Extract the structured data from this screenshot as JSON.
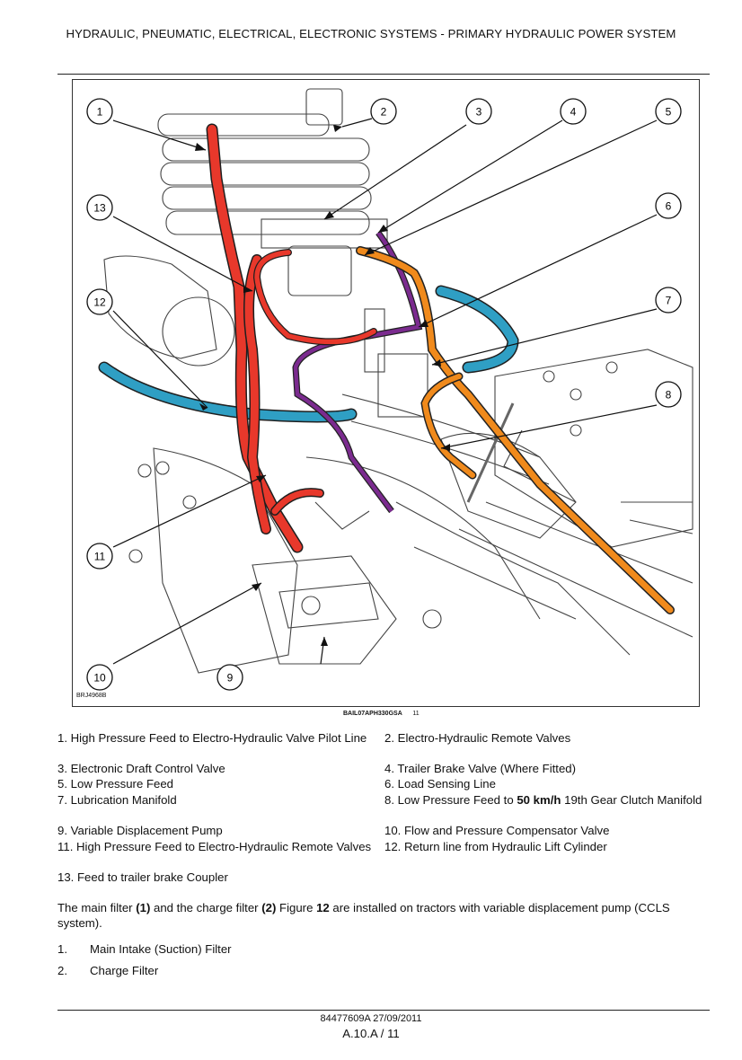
{
  "header": {
    "title": "HYDRAULIC, PNEUMATIC, ELECTRICAL, ELECTRONIC SYSTEMS - PRIMARY HYDRAULIC POWER SYSTEM"
  },
  "figure": {
    "image_code": "BRJ4968B",
    "caption_code": "BAIL07APH330GSA",
    "caption_number": "11",
    "callouts": [
      "1",
      "2",
      "3",
      "4",
      "5",
      "6",
      "7",
      "8",
      "9",
      "10",
      "11",
      "12",
      "13"
    ],
    "line_colors": {
      "red": "#e8382b",
      "orange": "#f08a1c",
      "purple": "#7b2b8f",
      "blue": "#2f9fc4"
    }
  },
  "legend": {
    "items": [
      "1. High Pressure Feed to Electro-Hydraulic Valve Pilot Line",
      "2. Electro-Hydraulic Remote Valves",
      "3. Electronic Draft Control Valve",
      "4. Trailer Brake Valve (Where Fitted)",
      "5. Low Pressure Feed",
      "6. Load Sensing Line",
      "7. Lubrication Manifold",
      "8. Low Pressure Feed to ",
      "9. Variable Displacement Pump",
      "10. Flow and Pressure Compensator Valve",
      "11. High Pressure Feed to Electro-Hydraulic Remote Valves",
      "12. Return line from Hydraulic Lift Cylinder",
      "13. Feed to trailer brake Coupler"
    ],
    "item8_bold": "50 km/h",
    "item8_rest": " 19th Gear Clutch Manifold"
  },
  "body": {
    "p1": "The main filter ",
    "p2": "(1)",
    "p3": " and the charge filter ",
    "p4": "(2)",
    "p5": " Figure ",
    "p6": "12",
    "p7": " are installed on tractors with variable displacement pump (CCLS system)."
  },
  "list": [
    {
      "num": "1.",
      "text": "Main Intake (Suction) Filter"
    },
    {
      "num": "2.",
      "text": "Charge Filter"
    }
  ],
  "footer": {
    "doc": "84477609A 27/09/2011",
    "page": "A.10.A / 11"
  }
}
